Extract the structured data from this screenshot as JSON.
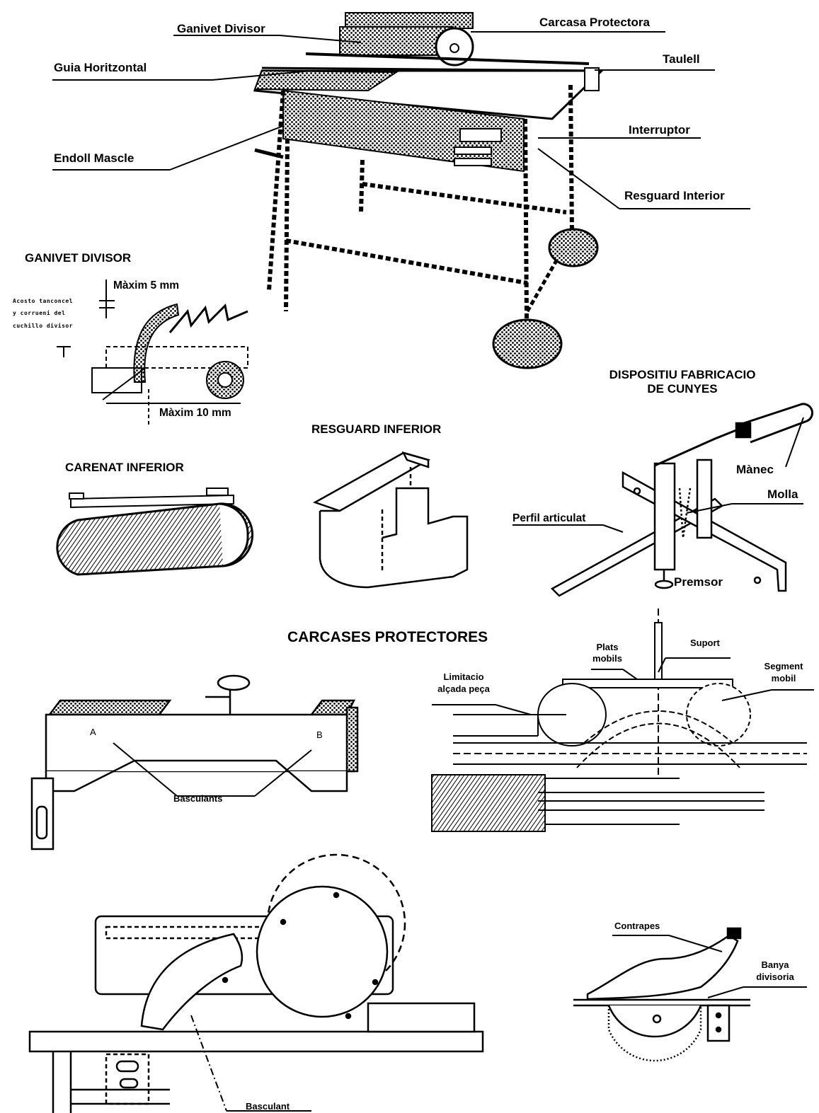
{
  "main_machine": {
    "ganivet_divisor": "Ganivet Divisor",
    "carcasa_protectora": "Carcasa Protectora",
    "guia_horitzontal": "Guia Horitzontal",
    "taulell": "Taulell",
    "interruptor": "Interruptor",
    "endoll_mascle": "Endoll Mascle",
    "resguard_interior": "Resguard Interior"
  },
  "ganivet_divisor_detail": {
    "title": "GANIVET DIVISOR",
    "max5": "Màxim 5 mm",
    "max10": "Màxim 10 mm",
    "blurred_lines": [
      "Acosto tanconcel",
      "y corrueni del",
      "cuchillo divisor"
    ]
  },
  "resguard_inferior": {
    "title": "RESGUARD INFERIOR"
  },
  "carenat_inferior": {
    "title": "CARENAT INFERIOR"
  },
  "dispositiu": {
    "title_line1": "DISPOSITIU FABRICACIO",
    "title_line2": "DE CUNYES",
    "manec": "Mànec",
    "molla": "Molla",
    "perfil": "Perfil articulat",
    "premsor": "Premsor"
  },
  "carcases": {
    "title": "CARCASES PROTECTORES",
    "point_a": "A",
    "point_b": "B",
    "basculants": "Basculants",
    "plats_line1": "Plats",
    "plats_line2": "mobils",
    "suport": "Suport",
    "segment_line1": "Segment",
    "segment_line2": "mobil",
    "limitacio_line1": "Limitacio",
    "limitacio_line2": "alçada peça",
    "basculant": "Basculant",
    "contrapes": "Contrapes",
    "banya_line1": "Banya",
    "banya_line2": "divisoria"
  }
}
